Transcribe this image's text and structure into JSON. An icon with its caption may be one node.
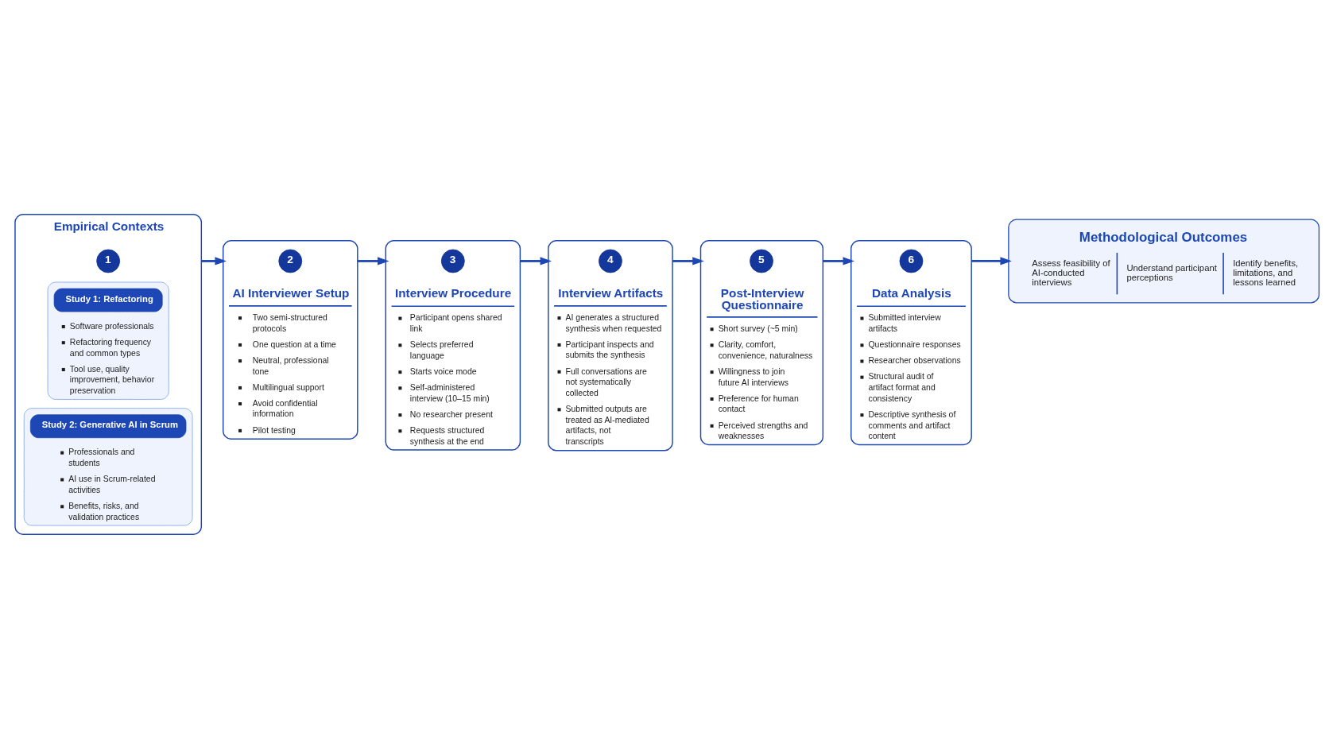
{
  "diagram": {
    "nodes": [
      {
        "text": [
          "Empirical Contexts"
        ]
      },
      {
        "text": [
          "1"
        ],
        "in": 0
      },
      {
        "text": [
          "Software professionals",
          "Refactoring frequency and common types",
          "Tool use, quality improvement, behavior preservation"
        ],
        "in": 0
      },
      {
        "text": [
          "Study 1: Refactoring"
        ],
        "in": 2
      },
      {
        "text": [
          "Professionals and students",
          "AI use in Scrum-related activities",
          "Benefits, risks, and validation practices"
        ],
        "in": 0
      },
      {
        "text": [
          "Study 2: Generative AI in Scrum"
        ],
        "in": 4
      },
      {
        "text": [
          "AI Interviewer Setup",
          "Two semi-structured protocols",
          "One question at a time",
          "Neutral, professional tone",
          "Multilingual support",
          "Avoid confidential information",
          "Pilot testing"
        ]
      },
      {
        "text": [
          "2"
        ],
        "in": 6
      },
      {
        "text": [
          "Interview Procedure",
          "Participant opens shared link",
          "Selects preferred language",
          "Starts voice mode",
          "Self-administered interview (10–15 min)",
          "No researcher present",
          "Requests structured synthesis at the end"
        ]
      },
      {
        "text": [
          "3"
        ],
        "in": 8
      },
      {
        "text": [
          "Interview Artifacts",
          "AI generates a structured synthesis when requested",
          "Participant inspects and submits the synthesis",
          "Full conversations are not systematically collected",
          "Submitted outputs are treated as AI-mediated artifacts, not transcripts"
        ]
      },
      {
        "text": [
          "4"
        ],
        "in": 10
      },
      {
        "text": [
          "Post-Interview Questionnaire",
          "Short survey (~5 min)",
          "Clarity, comfort, convenience, naturalness",
          "Willingness to join future AI interviews",
          "Preference for human contact",
          "Perceived strengths and weaknesses"
        ]
      },
      {
        "text": [
          "5"
        ],
        "in": 12
      },
      {
        "text": [
          "Data Analysis",
          "Submitted interview artifacts",
          "Questionnaire responses",
          "Researcher observations",
          "Structural audit of artifact format and consistency",
          "Descriptive synthesis of comments and artifact content"
        ]
      },
      {
        "text": [
          "6"
        ],
        "in": 14
      },
      {
        "text": [
          "Methodological Outcomes",
          "Assess feasibility of AI-conducted interviews",
          "Understand participant perceptions",
          "Identify benefits, limitations, and lessons learned"
        ]
      }
    ],
    "edges": [
      {
        "from": 0,
        "to": 6,
        "arrow": "to"
      },
      {
        "from": 6,
        "to": 8,
        "arrow": "to"
      },
      {
        "from": 8,
        "to": 10,
        "arrow": "to"
      },
      {
        "from": 10,
        "to": 12,
        "arrow": "to"
      },
      {
        "from": 12,
        "to": 14,
        "arrow": "to"
      },
      {
        "from": 14,
        "to": 16,
        "arrow": "to"
      }
    ]
  }
}
